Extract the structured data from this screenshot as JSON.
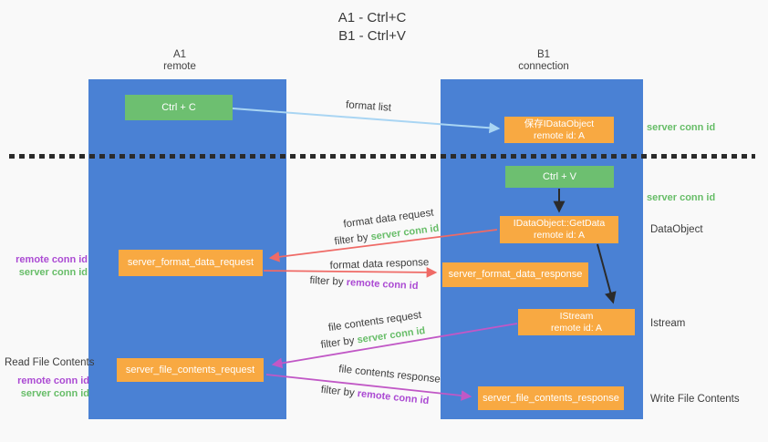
{
  "title": {
    "line1": "A1 - Ctrl+C",
    "line2": "B1 - Ctrl+V"
  },
  "columns": {
    "left": {
      "id": "A1",
      "role": "remote"
    },
    "right": {
      "id": "B1",
      "role": "connection"
    }
  },
  "nodes": {
    "ctrl_c": "Ctrl + C",
    "ctrl_v": "Ctrl + V",
    "save_dataobject": {
      "line1": "保存IDataObject",
      "line2": "remote id: A"
    },
    "getdata": {
      "line1": "IDataObject::GetData",
      "line2": "remote id: A"
    },
    "istream": {
      "line1": "IStream",
      "line2": "remote id: A"
    },
    "format_request": "server_format_data_request",
    "format_response": "server_format_data_response",
    "file_request": "server_file_contents_request",
    "file_response": "server_file_contents_response"
  },
  "flow_labels": {
    "format_list": "format list",
    "format_data_request": "format data request",
    "format_data_response": "format data response",
    "file_contents_request": "file contents request",
    "file_contents_response": "file contents response",
    "filter_by": "filter by ",
    "server_conn_id": "server conn id",
    "remote_conn_id": "remote conn id"
  },
  "side_labels": {
    "right_server_conn_id_top": "server conn id",
    "right_server_conn_id_mid": "server conn id",
    "dataobject": "DataObject",
    "istream": "Istream",
    "write_file_contents": "Write File Contents",
    "read_file_contents": "Read File Contents",
    "left_remote_conn_id_mid": "remote conn id",
    "left_server_conn_id_mid": "server conn id",
    "left_remote_conn_id_bottom": "remote conn id",
    "left_server_conn_id_bottom": "server conn id"
  },
  "colors": {
    "lane_blue": "#4a81d4",
    "action_green": "#6dbf70",
    "message_orange": "#f8a942",
    "arrow_blue": "#a9d5f3",
    "arrow_red": "#ef6a66",
    "arrow_magenta": "#c158c6",
    "arrow_black": "#2b2b2b",
    "label_green": "#67bd68",
    "label_purple": "#ab4ad3",
    "text_dark": "#3c3c3c"
  }
}
